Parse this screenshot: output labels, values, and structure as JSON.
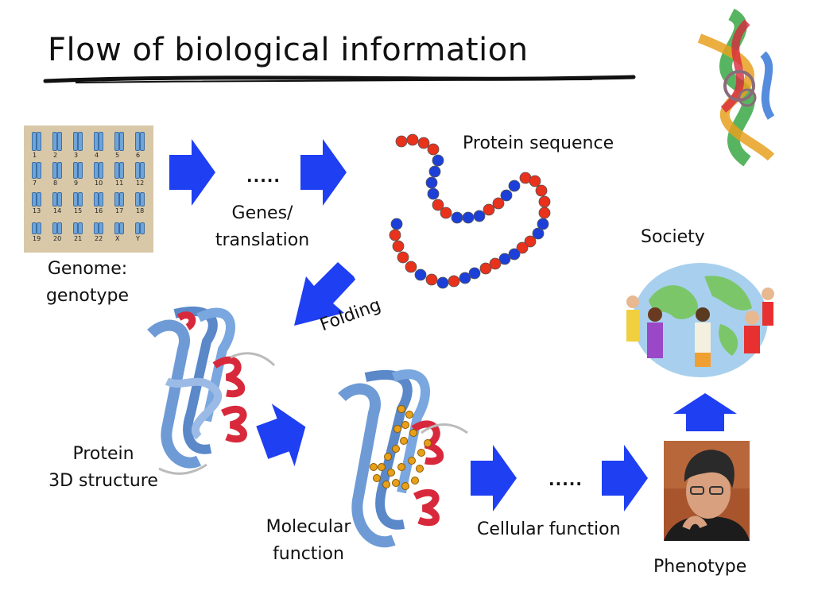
{
  "title": "Flow of biological information",
  "labels": {
    "genome_line1": "Genome:",
    "genome_line2": "genotype",
    "genes_dots": ".....",
    "genes_line1": "Genes/",
    "genes_line2": "translation",
    "protein_sequence": "Protein sequence",
    "folding": "Folding",
    "protein_3d_line1": "Protein",
    "protein_3d_line2": "3D structure",
    "molecular_line1": "Molecular",
    "molecular_line2": "function",
    "cellular_dots": ".....",
    "cellular_function": "Cellular function",
    "phenotype": "Phenotype",
    "society": "Society"
  },
  "karyotype": {
    "rows": [
      [
        "1",
        "2",
        "3",
        "4",
        "5",
        "6"
      ],
      [
        "7",
        "8",
        "9",
        "10",
        "11",
        "12"
      ],
      [
        "13",
        "14",
        "15",
        "16",
        "17",
        "18"
      ],
      [
        "19",
        "20",
        "21",
        "22",
        "X",
        "Y"
      ]
    ]
  },
  "colors": {
    "arrow": "#1f3ff2",
    "bead_red": "#e8321c",
    "bead_blue": "#1c3fd8",
    "helix": "#d8293c",
    "sheet": "#6e9bd6",
    "ligand": "#e8a01a"
  }
}
